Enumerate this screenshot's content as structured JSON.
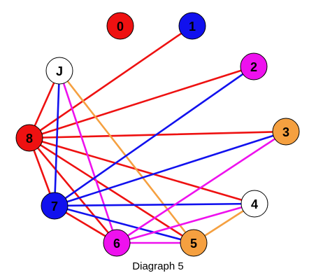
{
  "caption": "Diagraph 5",
  "colors": {
    "red": "#ee1111",
    "blue": "#1111ee",
    "magenta": "#ee11ee",
    "orange": "#f5a040",
    "white": "#ffffff",
    "outline": "#000000",
    "label": "#000000"
  },
  "nodes": [
    {
      "id": "0",
      "label": "0",
      "color": "red"
    },
    {
      "id": "1",
      "label": "1",
      "color": "blue"
    },
    {
      "id": "2",
      "label": "2",
      "color": "magenta"
    },
    {
      "id": "J",
      "label": "J",
      "color": "white"
    },
    {
      "id": "8",
      "label": "8",
      "color": "red"
    },
    {
      "id": "3",
      "label": "3",
      "color": "orange"
    },
    {
      "id": "7",
      "label": "7",
      "color": "blue"
    },
    {
      "id": "4",
      "label": "4",
      "color": "white"
    },
    {
      "id": "6",
      "label": "6",
      "color": "magenta"
    },
    {
      "id": "5",
      "label": "5",
      "color": "orange"
    }
  ],
  "edges": [
    {
      "from": "8",
      "to": "1",
      "color": "red"
    },
    {
      "from": "8",
      "to": "2",
      "color": "red"
    },
    {
      "from": "8",
      "to": "3",
      "color": "red"
    },
    {
      "from": "8",
      "to": "4",
      "color": "red"
    },
    {
      "from": "8",
      "to": "5",
      "color": "red"
    },
    {
      "from": "8",
      "to": "6",
      "color": "red"
    },
    {
      "from": "8",
      "to": "7",
      "color": "red"
    },
    {
      "from": "8",
      "to": "J",
      "color": "red"
    },
    {
      "from": "J",
      "to": "7",
      "color": "blue"
    },
    {
      "from": "J",
      "to": "6",
      "color": "magenta"
    },
    {
      "from": "J",
      "to": "5",
      "color": "orange"
    },
    {
      "from": "7",
      "to": "2",
      "color": "blue"
    },
    {
      "from": "7",
      "to": "3",
      "color": "blue"
    },
    {
      "from": "7",
      "to": "4",
      "color": "blue"
    },
    {
      "from": "7",
      "to": "5",
      "color": "blue"
    },
    {
      "from": "7",
      "to": "6",
      "color": "red"
    },
    {
      "from": "6",
      "to": "3",
      "color": "magenta"
    },
    {
      "from": "6",
      "to": "4",
      "color": "magenta"
    },
    {
      "from": "6",
      "to": "5",
      "color": "magenta"
    },
    {
      "from": "5",
      "to": "4",
      "color": "orange"
    }
  ]
}
